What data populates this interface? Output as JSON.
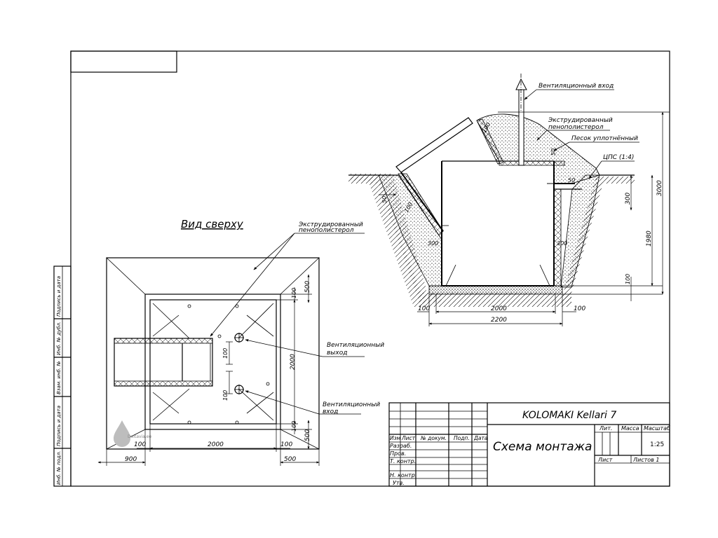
{
  "title_block": {
    "product": "KOLOMAKI Kellari 7",
    "drawing_title": "Схема монтажа",
    "col_izm": "Изм",
    "col_list": "Лист",
    "col_doc": "№ докум.",
    "col_sign": "Подп.",
    "col_date": "Дата",
    "row_razrab": "Разраб.",
    "row_prov": "Пров.",
    "row_tkontr": "Т. контр.",
    "row_nkontr": "Н. контр.",
    "row_utv": "Утв.",
    "lit": "Лит.",
    "mass": "Масса",
    "scale_label": "Масштаб",
    "scale_value": "1:25",
    "sheet": "Лист",
    "sheets": "Листов 1"
  },
  "side_stamp": {
    "f1": "Подпись и дата",
    "f2": "Инб. № дубл.",
    "f3": "Взам. инб. №",
    "f4": "Подпись и дата",
    "f5": "Инб. № подл."
  },
  "top_view": {
    "heading": "Вид сверху",
    "label_xps_1": "Экструдированный",
    "label_xps_2": "пенополистерол",
    "label_vent_out_1": "Вентиляционный",
    "label_vent_out_2": "выход",
    "label_vent_in_1": "Вентиляционный",
    "label_vent_in_2": "вход",
    "watermark": "Deltavia.ee",
    "dim_900": "900",
    "dim_100_l": "100",
    "dim_2000_h": "2000",
    "dim_100_r": "100",
    "dim_500_b": "500",
    "dim_500_rt": "500",
    "dim_100_rt": "100",
    "dim_2000_v": "2000",
    "dim_100_rb": "100",
    "dim_500_rb": "500",
    "dim_100_vent1": "100",
    "dim_100_vent2": "100"
  },
  "section_view": {
    "label_vent_in": "Вентиляционный вход",
    "label_xps_1": "Экструдированный",
    "label_xps_2": "пенополистерол",
    "label_sand": "Песок уплотнённый",
    "label_cps": "ЦПС (1:4)",
    "dim_100_a": "100",
    "dim_50_a": "50",
    "dim_50_b": "50",
    "dim_50_c": "50",
    "dim_100_b": "100",
    "dim_300_l": "300",
    "dim_300_r": "300",
    "dim_300_side": "300",
    "dim_1980": "1980",
    "dim_3000": "3000",
    "dim_100_base": "100",
    "dim_100_bl": "100",
    "dim_2000": "2000",
    "dim_100_br": "100",
    "dim_2200": "2200"
  }
}
